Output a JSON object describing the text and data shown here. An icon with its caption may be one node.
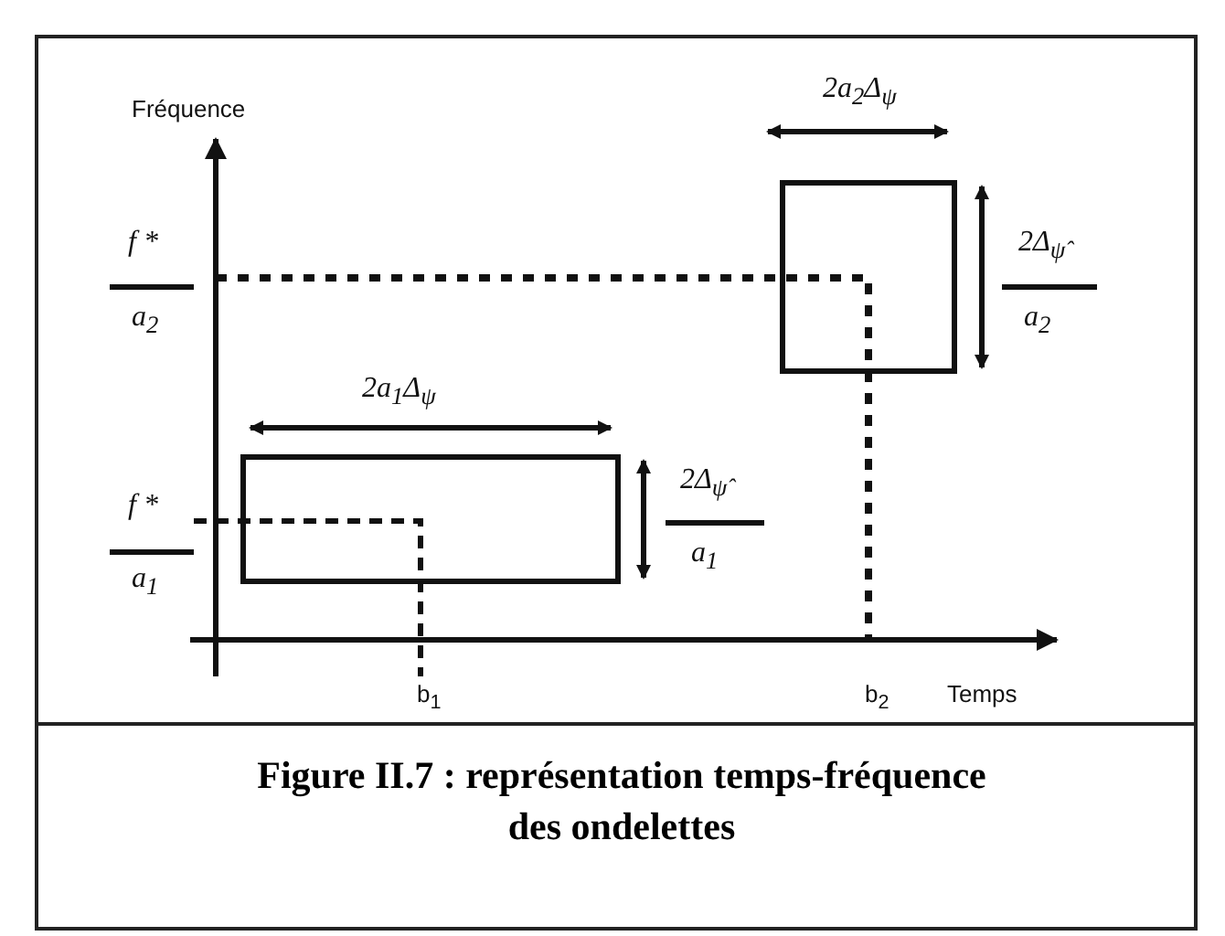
{
  "diagram": {
    "caption": "Figure II.7 : représentation temps-fréquence des ondelettes",
    "labels": [
      "Fréquence",
      "2a$_{2}$Δ$_{ψ}$",
      "f *",
      "a$_{2}$",
      "2Δ$_{ψ̂}$",
      "a$_{2}$",
      "2a$_{1}$Δ$_{ψ}$",
      "f *",
      "a$_{1}$",
      "2Δ$_{ψ̂}$",
      "a$_{1}$",
      "b$_{1}$",
      "b$_{2}$",
      "Temps"
    ]
  }
}
